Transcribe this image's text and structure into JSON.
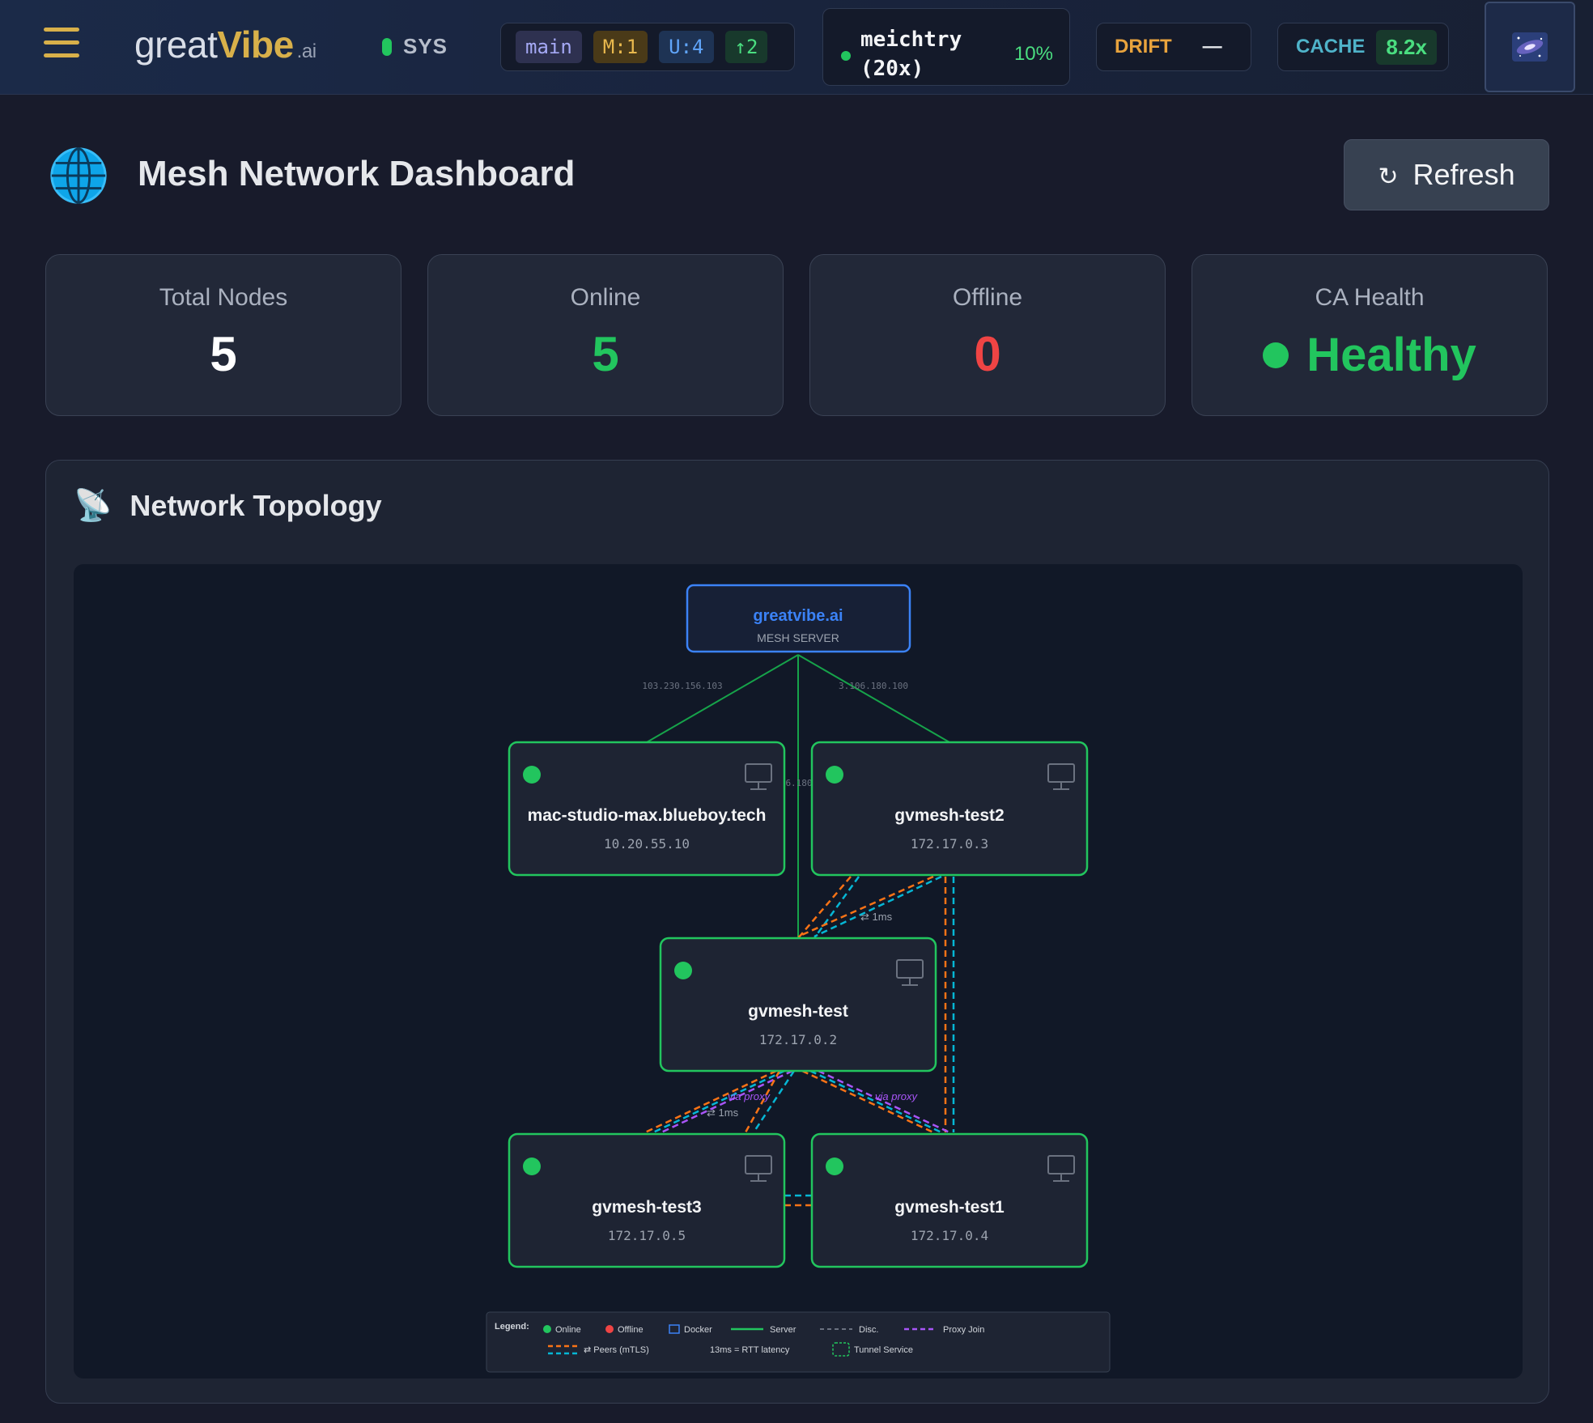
{
  "topbar": {
    "logo": {
      "great": "great",
      "vibe": "Vibe",
      "ai": ".ai"
    },
    "sys_label": "SYS",
    "git": {
      "branch": "main",
      "modified": "M:1",
      "untracked": "U:4",
      "ahead": "↑2"
    },
    "user": {
      "name": "meichtry (20x)",
      "percent": "10%"
    },
    "drift": {
      "label": "DRIFT",
      "value": "—"
    },
    "cache": {
      "label": "CACHE",
      "value": "8.2x"
    }
  },
  "header": {
    "title": "Mesh Network Dashboard",
    "refresh_label": "Refresh"
  },
  "stats": {
    "total": {
      "label": "Total Nodes",
      "value": "5"
    },
    "online": {
      "label": "Online",
      "value": "5"
    },
    "offline": {
      "label": "Offline",
      "value": "0"
    },
    "ca": {
      "label": "CA Health",
      "value": "Healthy"
    }
  },
  "topology": {
    "title": "Network Topology",
    "server": {
      "name": "greatvibe.ai",
      "role": "MESH SERVER"
    },
    "server_links": [
      "103.230.156.103",
      "3.106.180.100",
      "6.180"
    ],
    "nodes": [
      {
        "id": "mac",
        "name": "mac-studio-max.blueboy.tech",
        "ip": "10.20.55.10"
      },
      {
        "id": "t2",
        "name": "gvmesh-test2",
        "ip": "172.17.0.3"
      },
      {
        "id": "t0",
        "name": "gvmesh-test",
        "ip": "172.17.0.2"
      },
      {
        "id": "t3",
        "name": "gvmesh-test3",
        "ip": "172.17.0.5"
      },
      {
        "id": "t1",
        "name": "gvmesh-test1",
        "ip": "172.17.0.4"
      }
    ],
    "edge_labels": {
      "latency_a": "⇄ 1ms",
      "latency_b": "⇄ 1ms",
      "proxy_a": "via proxy",
      "proxy_b": "via proxy"
    },
    "legend": {
      "title": "Legend:",
      "online": "Online",
      "offline": "Offline",
      "docker": "Docker",
      "server": "Server",
      "disc": "Disc.",
      "proxy": "Proxy Join",
      "peers": "⇄ Peers (mTLS)",
      "rtt": "13ms = RTT latency",
      "tunnel": "Tunnel Service"
    },
    "colors": {
      "online": "#22c55e",
      "offline": "#ef4444",
      "server": "#3b82f6",
      "peer_a": "#f97316",
      "peer_b": "#06b6d4",
      "proxy": "#a855f7"
    }
  }
}
